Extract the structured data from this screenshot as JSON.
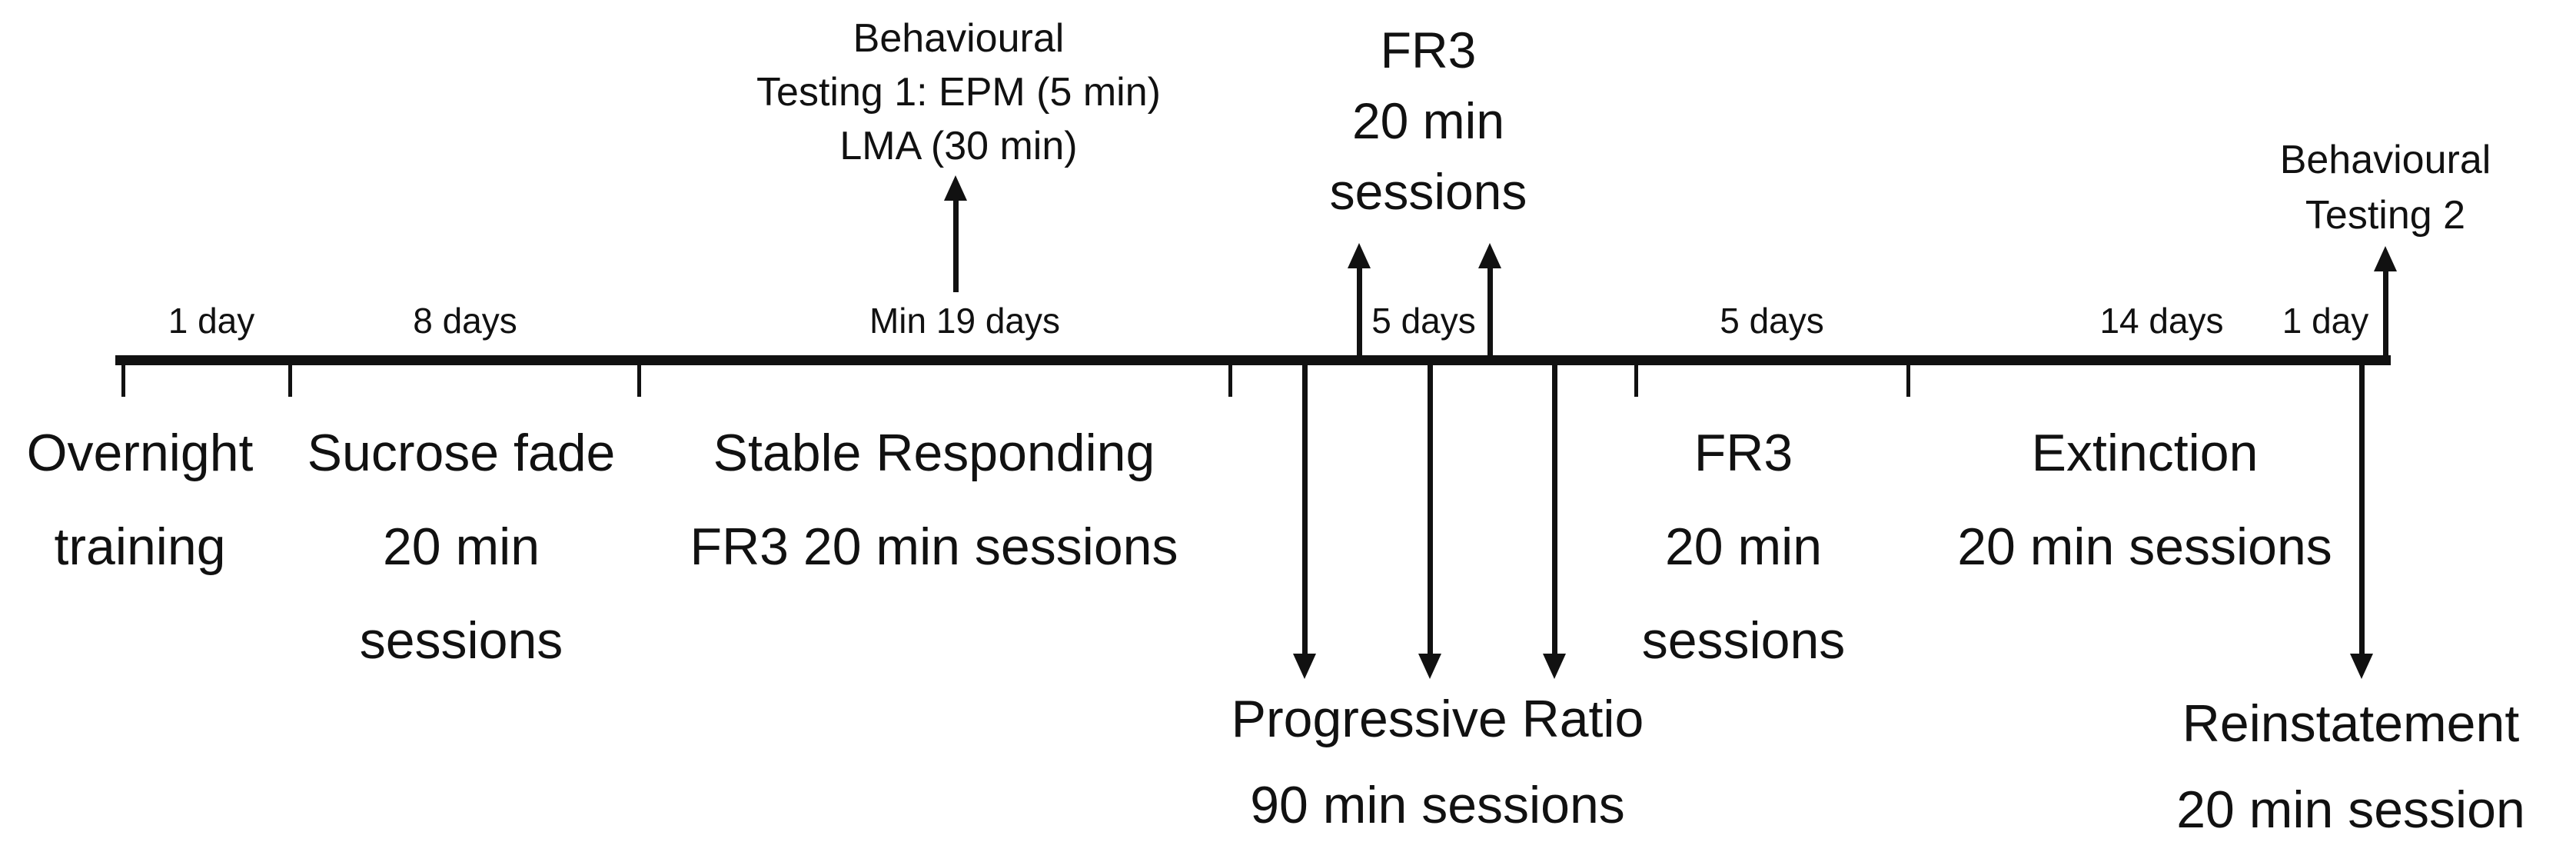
{
  "colors": {
    "background": "#ffffff",
    "ink": "#111111"
  },
  "timeline": {
    "duration_labels": [
      {
        "text": "1 day"
      },
      {
        "text": "8 days"
      },
      {
        "text": "Min 19 days"
      },
      {
        "text": "5 days"
      },
      {
        "text": "5 days"
      },
      {
        "text": "14 days"
      },
      {
        "text": "1 day"
      }
    ]
  },
  "phases": [
    {
      "lines": [
        "Overnight",
        "training"
      ]
    },
    {
      "lines": [
        "Sucrose fade",
        "20 min",
        "sessions"
      ]
    },
    {
      "lines": [
        "Stable Responding",
        "FR3 20 min sessions"
      ]
    },
    {
      "lines": [
        "FR3",
        "20 min",
        "sessions"
      ]
    },
    {
      "lines": [
        "Extinction",
        "20 min sessions"
      ]
    }
  ],
  "callouts": {
    "behavioural_testing_1": {
      "lines": [
        "Behavioural",
        "Testing 1: EPM (5 min)",
        "LMA (30 min)"
      ]
    },
    "fr3_sessions_top": {
      "lines": [
        "FR3",
        "20 min",
        "sessions"
      ]
    },
    "behavioural_testing_2": {
      "lines": [
        "Behavioural",
        "Testing 2"
      ]
    },
    "progressive_ratio": {
      "lines": [
        "Progressive Ratio",
        "90 min sessions"
      ]
    },
    "reinstatement": {
      "lines": [
        "Reinstatement",
        "20 min session"
      ]
    }
  }
}
